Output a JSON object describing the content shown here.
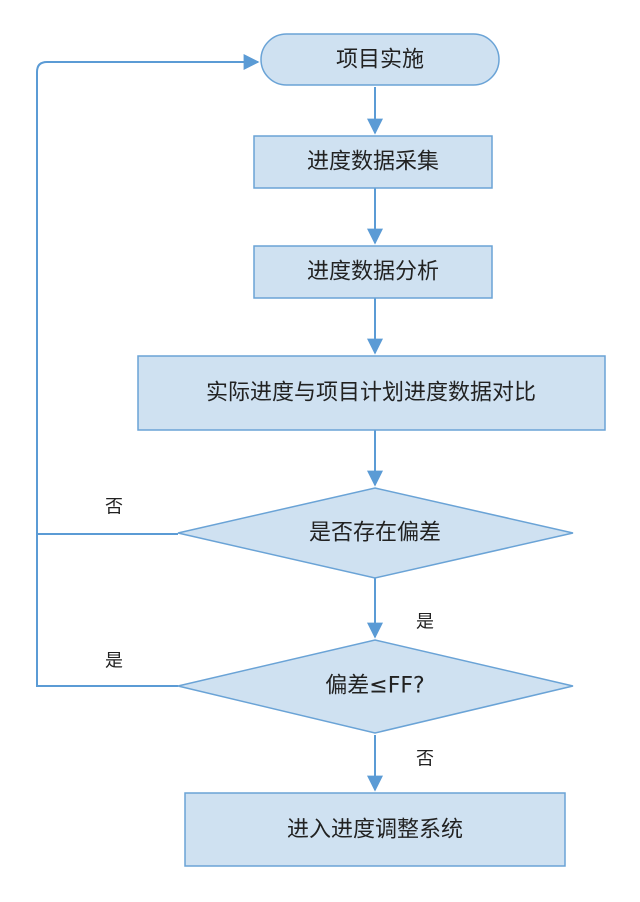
{
  "nodes": {
    "start": "项目实施",
    "collect": "进度数据采集",
    "analyze": "进度数据分析",
    "compare": "实际进度与项目计划进度数据对比",
    "deviation": "是否存在偏差",
    "threshold": "偏差≤FF?",
    "adjust": "进入进度调整系统"
  },
  "branch_labels": {
    "deviation_no": "否",
    "deviation_yes": "是",
    "threshold_yes": "是",
    "threshold_no": "否"
  },
  "colors": {
    "node_fill": "#cfe1f1",
    "node_stroke": "#6aa3d6",
    "edge": "#5b9bd5"
  }
}
